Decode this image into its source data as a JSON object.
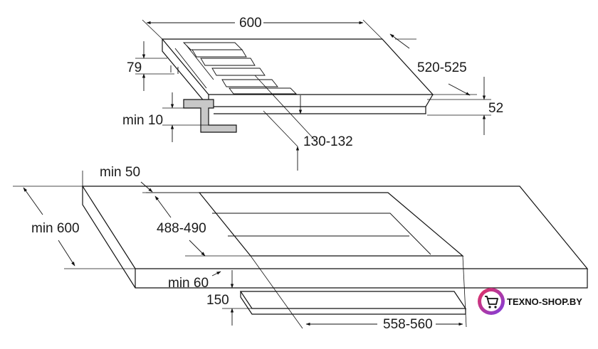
{
  "dimensions": {
    "top_width": "600",
    "hob_height": "79",
    "depth_range": "520-525",
    "clip_min": "min 10",
    "thickness": "52",
    "burner_offset": "130-132",
    "front_clearance": "min 50",
    "counter_depth": "min 600",
    "cutout_depth": "488-490",
    "edge_clearance": "min 60",
    "gap_height": "150",
    "cutout_width": "558-560"
  },
  "brand": {
    "name": "TEXNO-SHOP.BY",
    "accent_color": "#e8305a",
    "accent_color_2": "#7b3fe4",
    "icon": "shopping-cart-icon"
  },
  "colors": {
    "line": "#111111",
    "bracket_fill": "#c8c8c8"
  }
}
